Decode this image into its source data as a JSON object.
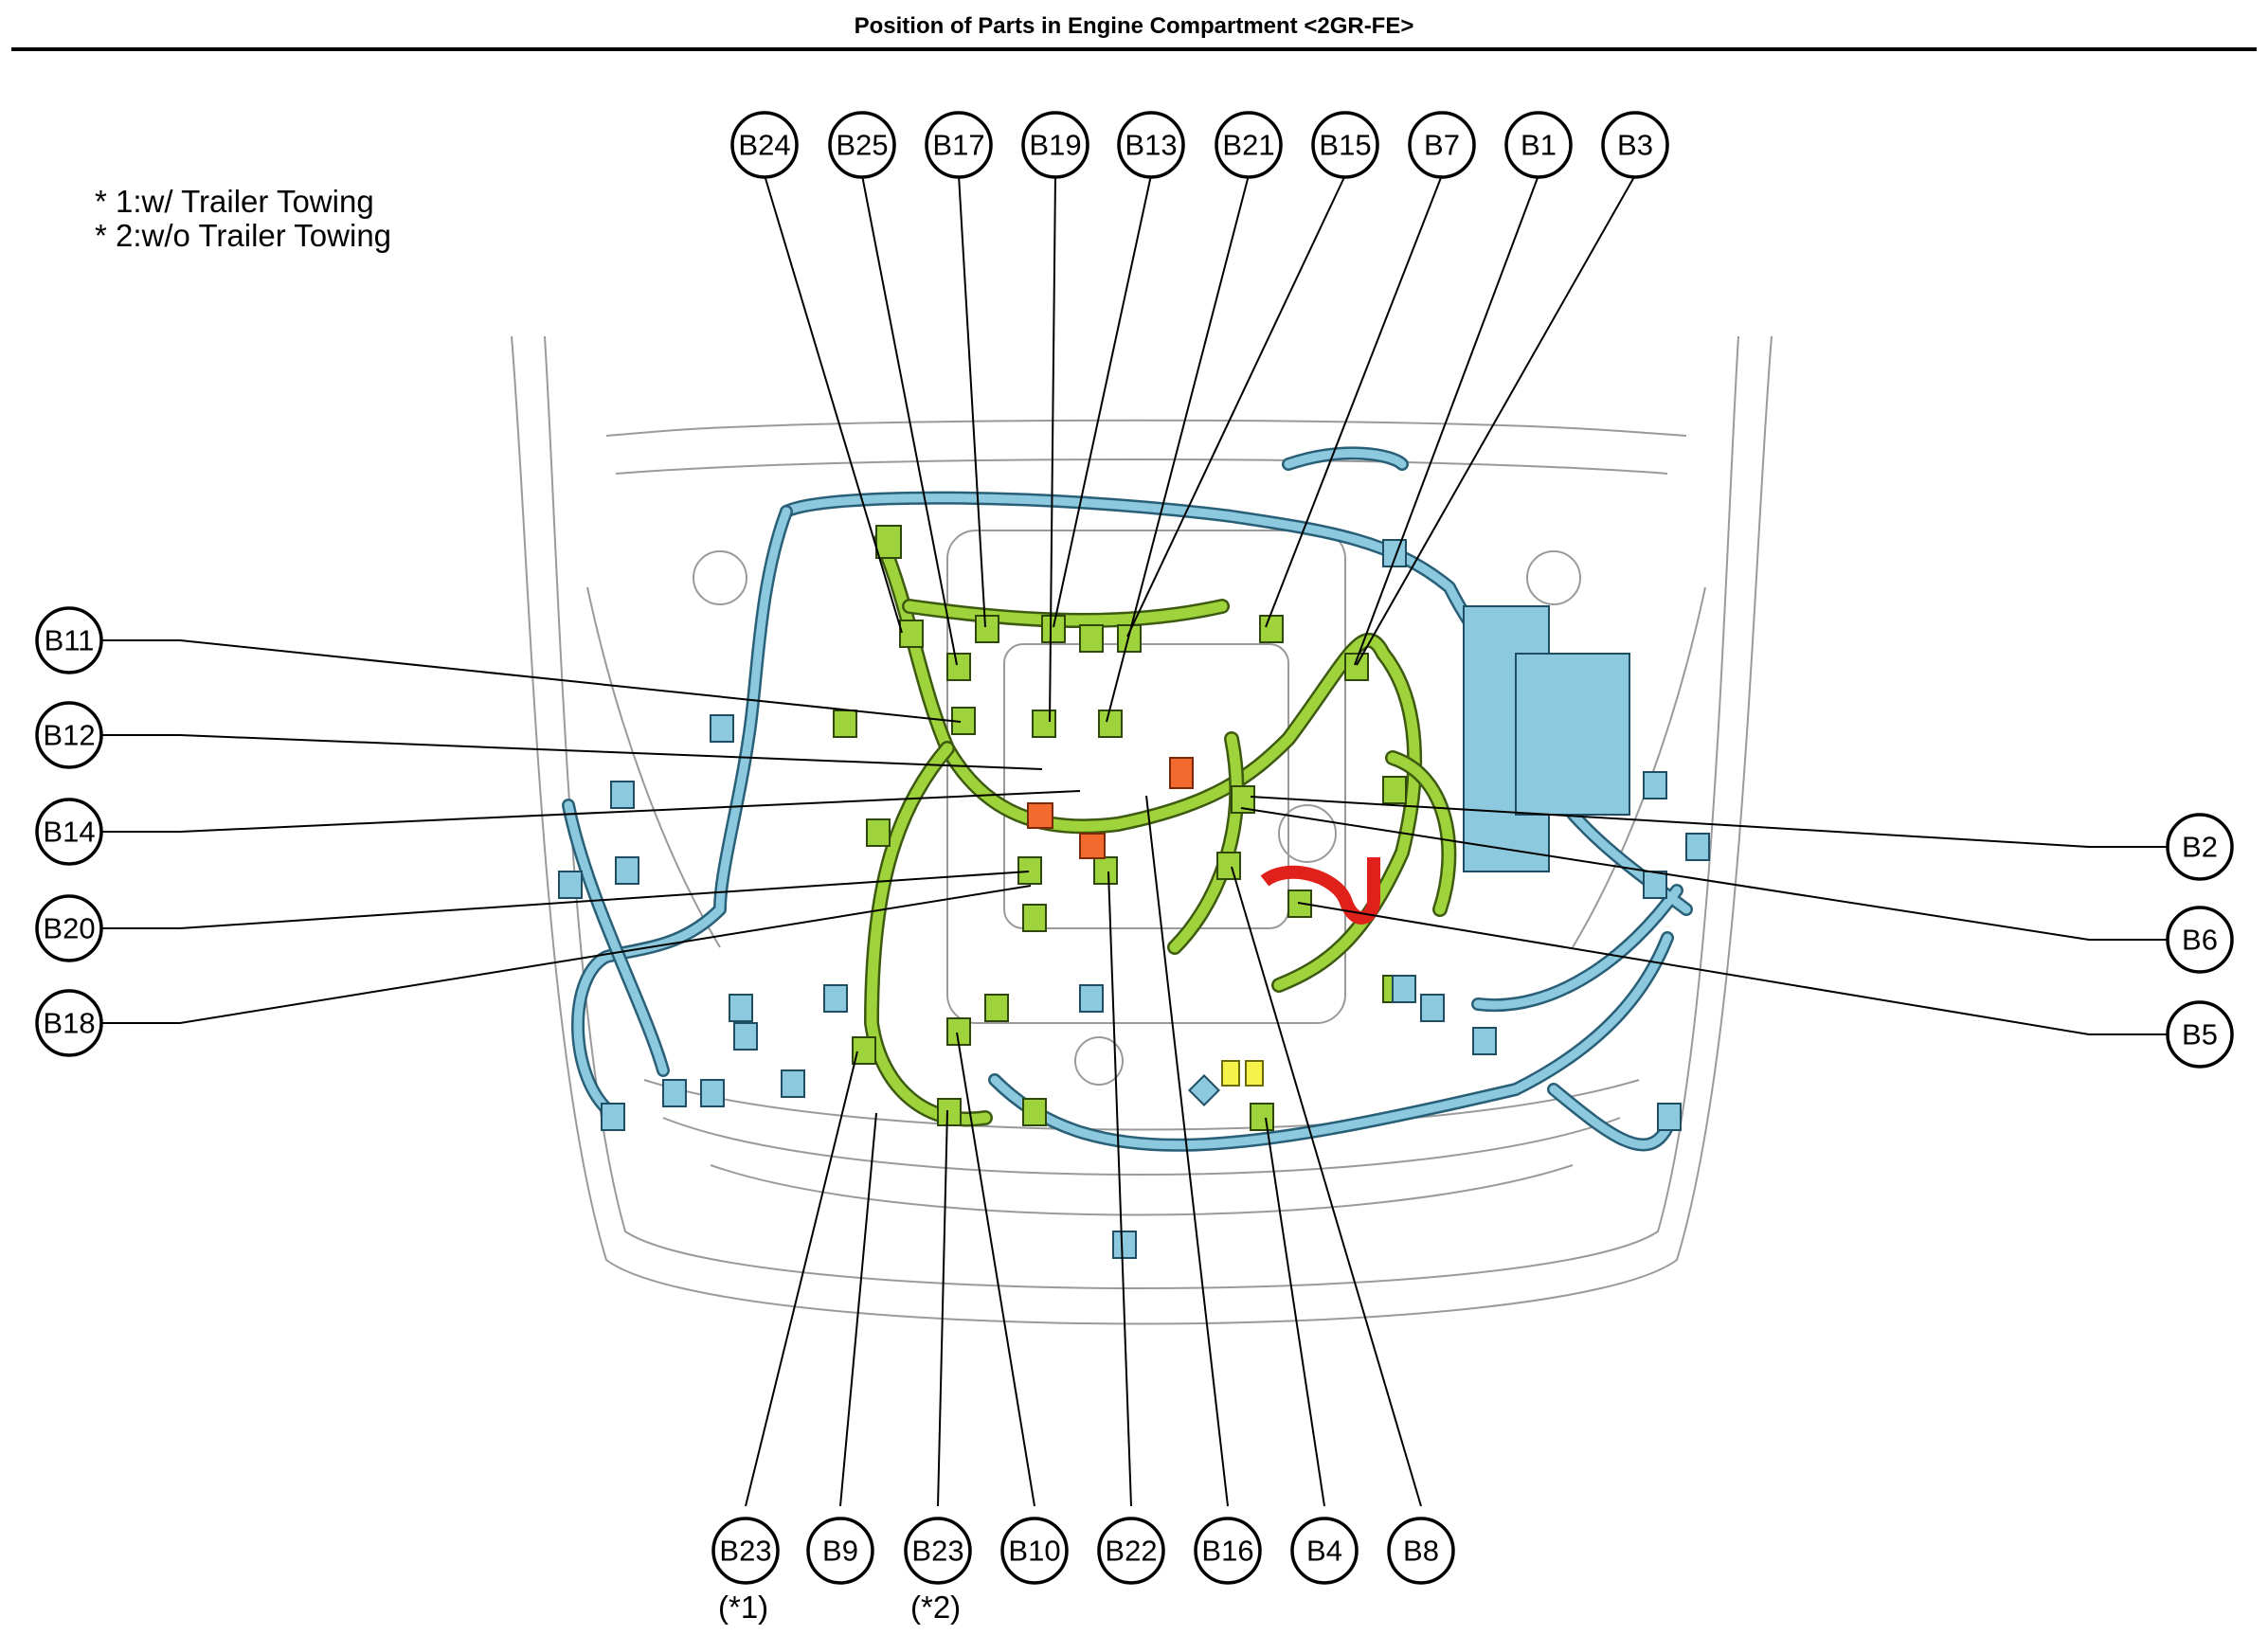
{
  "header": {
    "title": "Position of Parts in Engine Compartment <2GR-FE>"
  },
  "notes": [
    "* 1:w/ Trailer Towing",
    "* 2:w/o Trailer Towing"
  ],
  "callouts": {
    "top": [
      "B24",
      "B25",
      "B17",
      "B19",
      "B13",
      "B21",
      "B15",
      "B7",
      "B1",
      "B3"
    ],
    "left": [
      "B11",
      "B12",
      "B14",
      "B20",
      "B18"
    ],
    "right": [
      "B2",
      "B6",
      "B5"
    ],
    "bottom": [
      "B23",
      "B9",
      "B23",
      "B10",
      "B22",
      "B16",
      "B4",
      "B8"
    ]
  },
  "footnotes": {
    "b23_first": "(*1)",
    "b23_second": "(*2)"
  },
  "colors": {
    "harness_green": "#9fd33b",
    "harness_blue": "#8cc9de",
    "connector_orange": "#f26a2e",
    "connector_red": "#e0201a",
    "connector_yellow": "#f5f24a"
  }
}
